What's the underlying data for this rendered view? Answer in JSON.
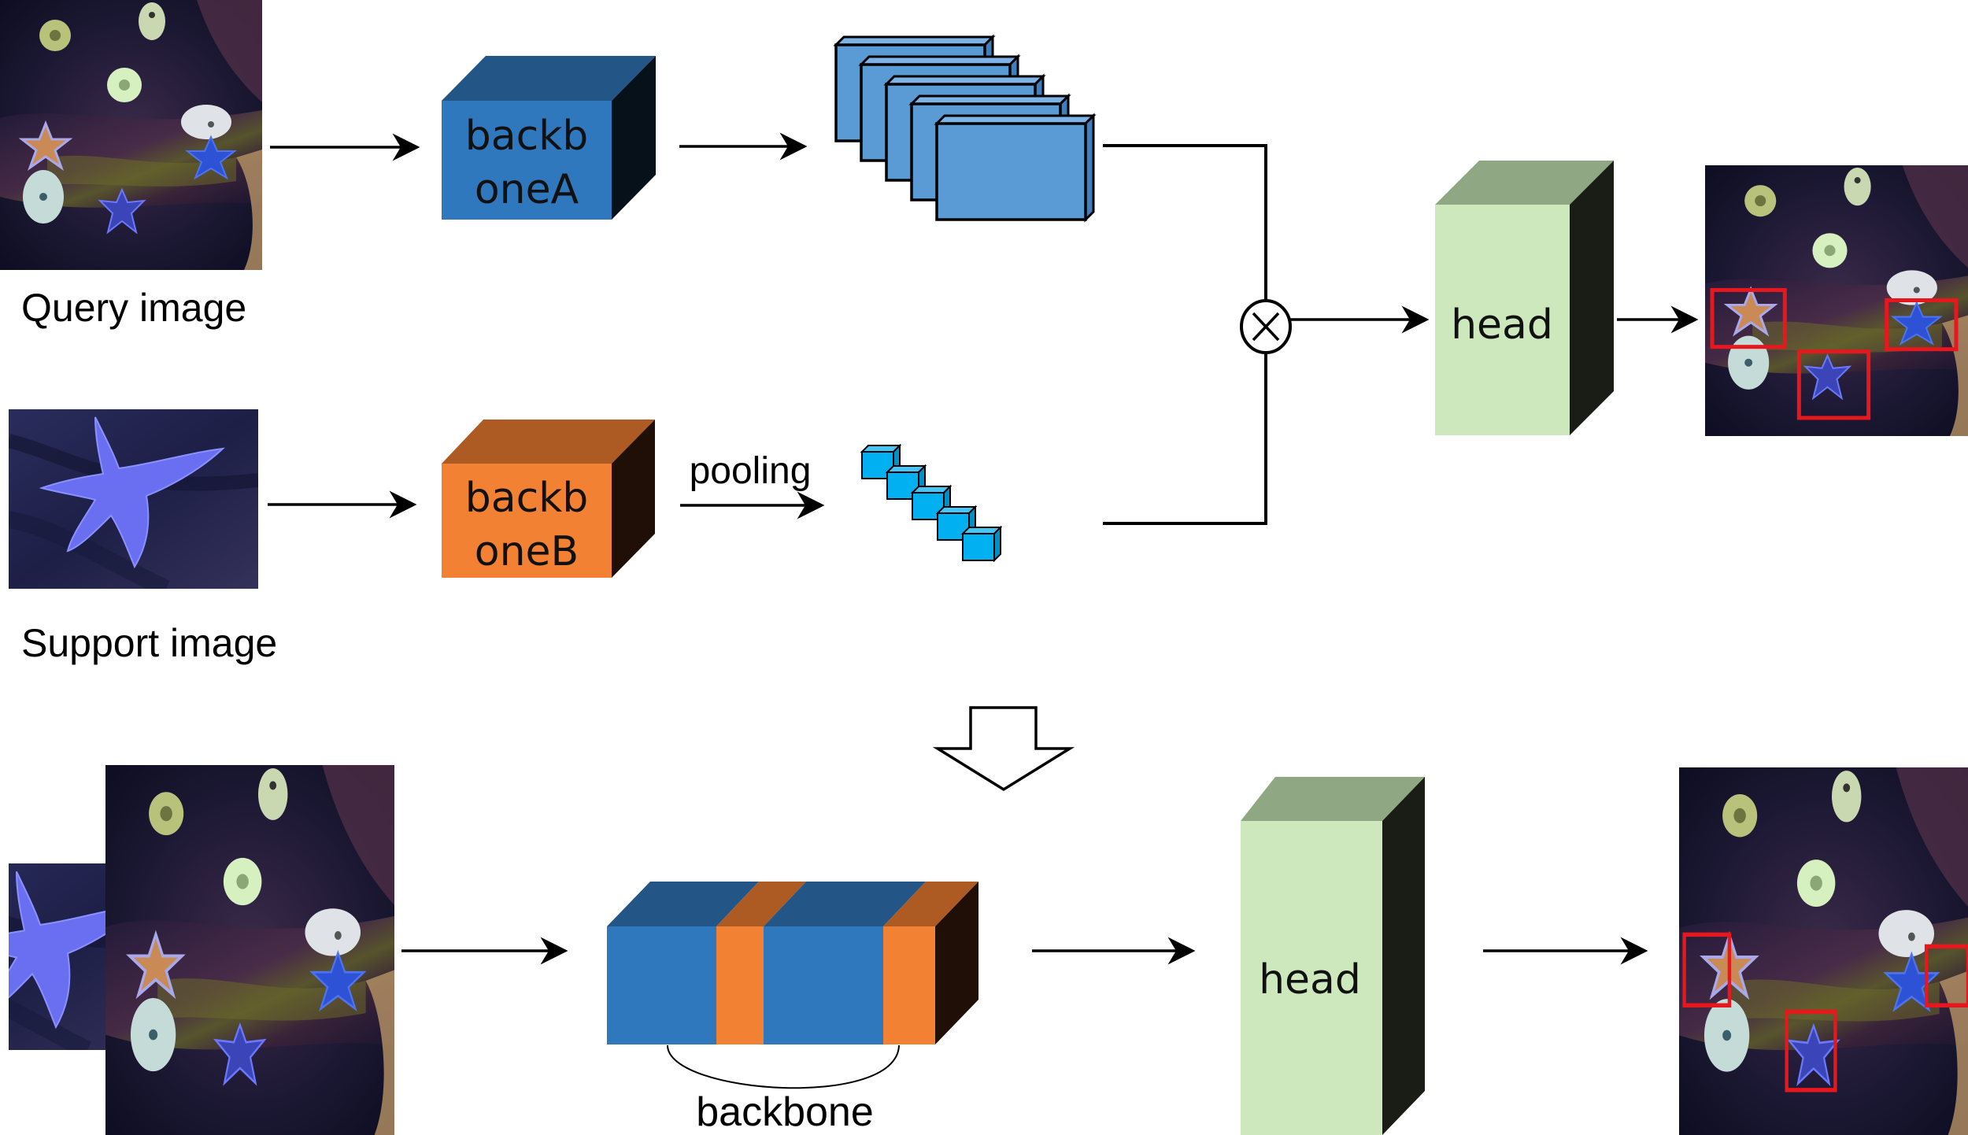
{
  "diagram": {
    "title": "Few-shot object detection pipeline: query/support two-backbone design vs. merged single-backbone design",
    "top": {
      "query_image": {
        "label": "Query image",
        "content": "underwater reef scene with starfish and sea anemones"
      },
      "support_image": {
        "label": "Support image",
        "content": "single blue starfish on rock"
      },
      "backbone_a": {
        "line1": "backb",
        "line2": "oneA",
        "color_front": "#2f78bd",
        "color_top": "#235686",
        "color_side": "#071119"
      },
      "backbone_b": {
        "line1": "backb",
        "line2": "oneB",
        "color_front": "#f38133",
        "color_top": "#ad5b22",
        "color_side": "#1f0f06"
      },
      "query_features": {
        "count": 5,
        "color": "#5b9bd5"
      },
      "pooling_label": "pooling",
      "support_features": {
        "count": 5,
        "color": "#00b0f0"
      },
      "fusion_operator": {
        "symbol": "×",
        "meaning": "multiply"
      },
      "head": {
        "label": "head",
        "color_front": "#cde8bc",
        "color_top": "#8fa783",
        "color_side": "#1a1c16"
      },
      "output_image": {
        "content": "query scene with 3 detected starfish",
        "detections": 3,
        "box_color": "#e6171d"
      }
    },
    "transition_arrow": "down",
    "bottom": {
      "input_images": {
        "content": "support image stacked behind query image"
      },
      "backbone": {
        "label": "backbone",
        "segments": [
          "blue",
          "orange",
          "blue",
          "orange"
        ],
        "blue": "#2f78bd",
        "orange": "#f38133"
      },
      "head": {
        "label": "head"
      },
      "output_image": {
        "content": "query scene with 3 detected starfish",
        "detections": 3,
        "box_color": "#e6171d"
      }
    }
  }
}
